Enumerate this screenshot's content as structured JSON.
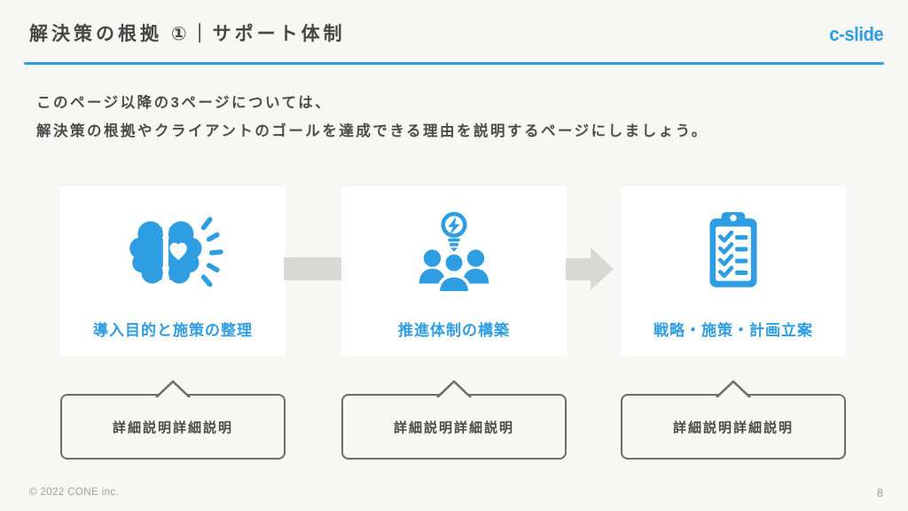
{
  "header": {
    "title": "解決策の根拠 ①｜サポート体制",
    "logo": "c-slide"
  },
  "lead": {
    "line1": "このページ以降の3ページについては、",
    "line2": "解決策の根拠やクライアントのゴールを達成できる理由を説明するページにしましょう。"
  },
  "steps": [
    {
      "icon": "brain-idea-icon",
      "label": "導入目的と施策の整理",
      "note": "詳細説明詳細説明"
    },
    {
      "icon": "team-lightbulb-icon",
      "label": "推進体制の構築",
      "note": "詳細説明詳細説明"
    },
    {
      "icon": "checklist-clipboard-icon",
      "label": "戦略・施策・計画立案",
      "note": "詳細説明詳細説明"
    }
  ],
  "footer": {
    "copyright": "© 2022 CONE inc.",
    "page_number": "8"
  },
  "colors": {
    "accent_blue": "#2F9DE2",
    "slide_bg": "#F7F7F5",
    "card_bg": "#FFFFFF",
    "connector_gray": "#D8D8D7",
    "title_text": "#474747",
    "body_text": "#4C4C4C",
    "bubble_border": "#6B6B6B",
    "footer_gray": "#9E9E9E"
  }
}
